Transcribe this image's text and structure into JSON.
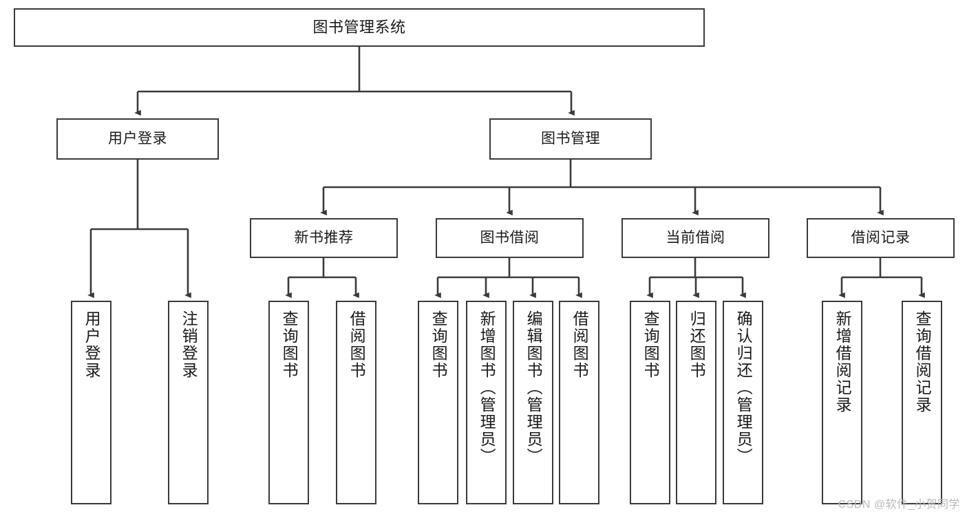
{
  "diagram": {
    "type": "tree",
    "title": "图书管理系统",
    "watermark": "CSDN @软件_小贺同学",
    "style": {
      "background": "#ffffff",
      "box_border": "#3a3a3a",
      "box_fill": "#ffffff",
      "text_color": "#1a1a1a",
      "watermark_color": "#b9b9b9"
    },
    "root": {
      "label": "图书管理系统"
    },
    "level2": [
      {
        "id": "user-login",
        "label": "用户登录"
      },
      {
        "id": "book-manage",
        "label": "图书管理"
      }
    ],
    "level3": [
      {
        "id": "new-book-rec",
        "label": "新书推荐",
        "parent": "book-manage"
      },
      {
        "id": "book-borrow",
        "label": "图书借阅",
        "parent": "book-manage"
      },
      {
        "id": "current-borrow",
        "label": "当前借阅",
        "parent": "book-manage"
      },
      {
        "id": "borrow-record",
        "label": "借阅记录",
        "parent": "book-manage"
      }
    ],
    "leaves": [
      {
        "id": "leaf-user-login",
        "label": "用户登录",
        "parent": "user-login"
      },
      {
        "id": "leaf-user-logout",
        "label": "注销登录",
        "parent": "user-login"
      },
      {
        "id": "leaf-query-book-1",
        "label": "查询图书",
        "parent": "new-book-rec"
      },
      {
        "id": "leaf-borrow-book-1",
        "label": "借阅图书",
        "parent": "new-book-rec"
      },
      {
        "id": "leaf-query-book-2",
        "label": "查询图书",
        "parent": "book-borrow"
      },
      {
        "id": "leaf-add-book",
        "label": "新增图书（管理员）",
        "parent": "book-borrow"
      },
      {
        "id": "leaf-edit-book",
        "label": "编辑图书（管理员）",
        "parent": "book-borrow"
      },
      {
        "id": "leaf-borrow-book-2",
        "label": "借阅图书",
        "parent": "book-borrow"
      },
      {
        "id": "leaf-query-book-3",
        "label": "查询图书",
        "parent": "current-borrow"
      },
      {
        "id": "leaf-return-book",
        "label": "归还图书",
        "parent": "current-borrow"
      },
      {
        "id": "leaf-confirm-return",
        "label": "确认归还（管理员）",
        "parent": "current-borrow"
      },
      {
        "id": "leaf-add-record",
        "label": "新增借阅记录",
        "parent": "borrow-record"
      },
      {
        "id": "leaf-query-record",
        "label": "查询借阅记录",
        "parent": "borrow-record"
      }
    ]
  }
}
